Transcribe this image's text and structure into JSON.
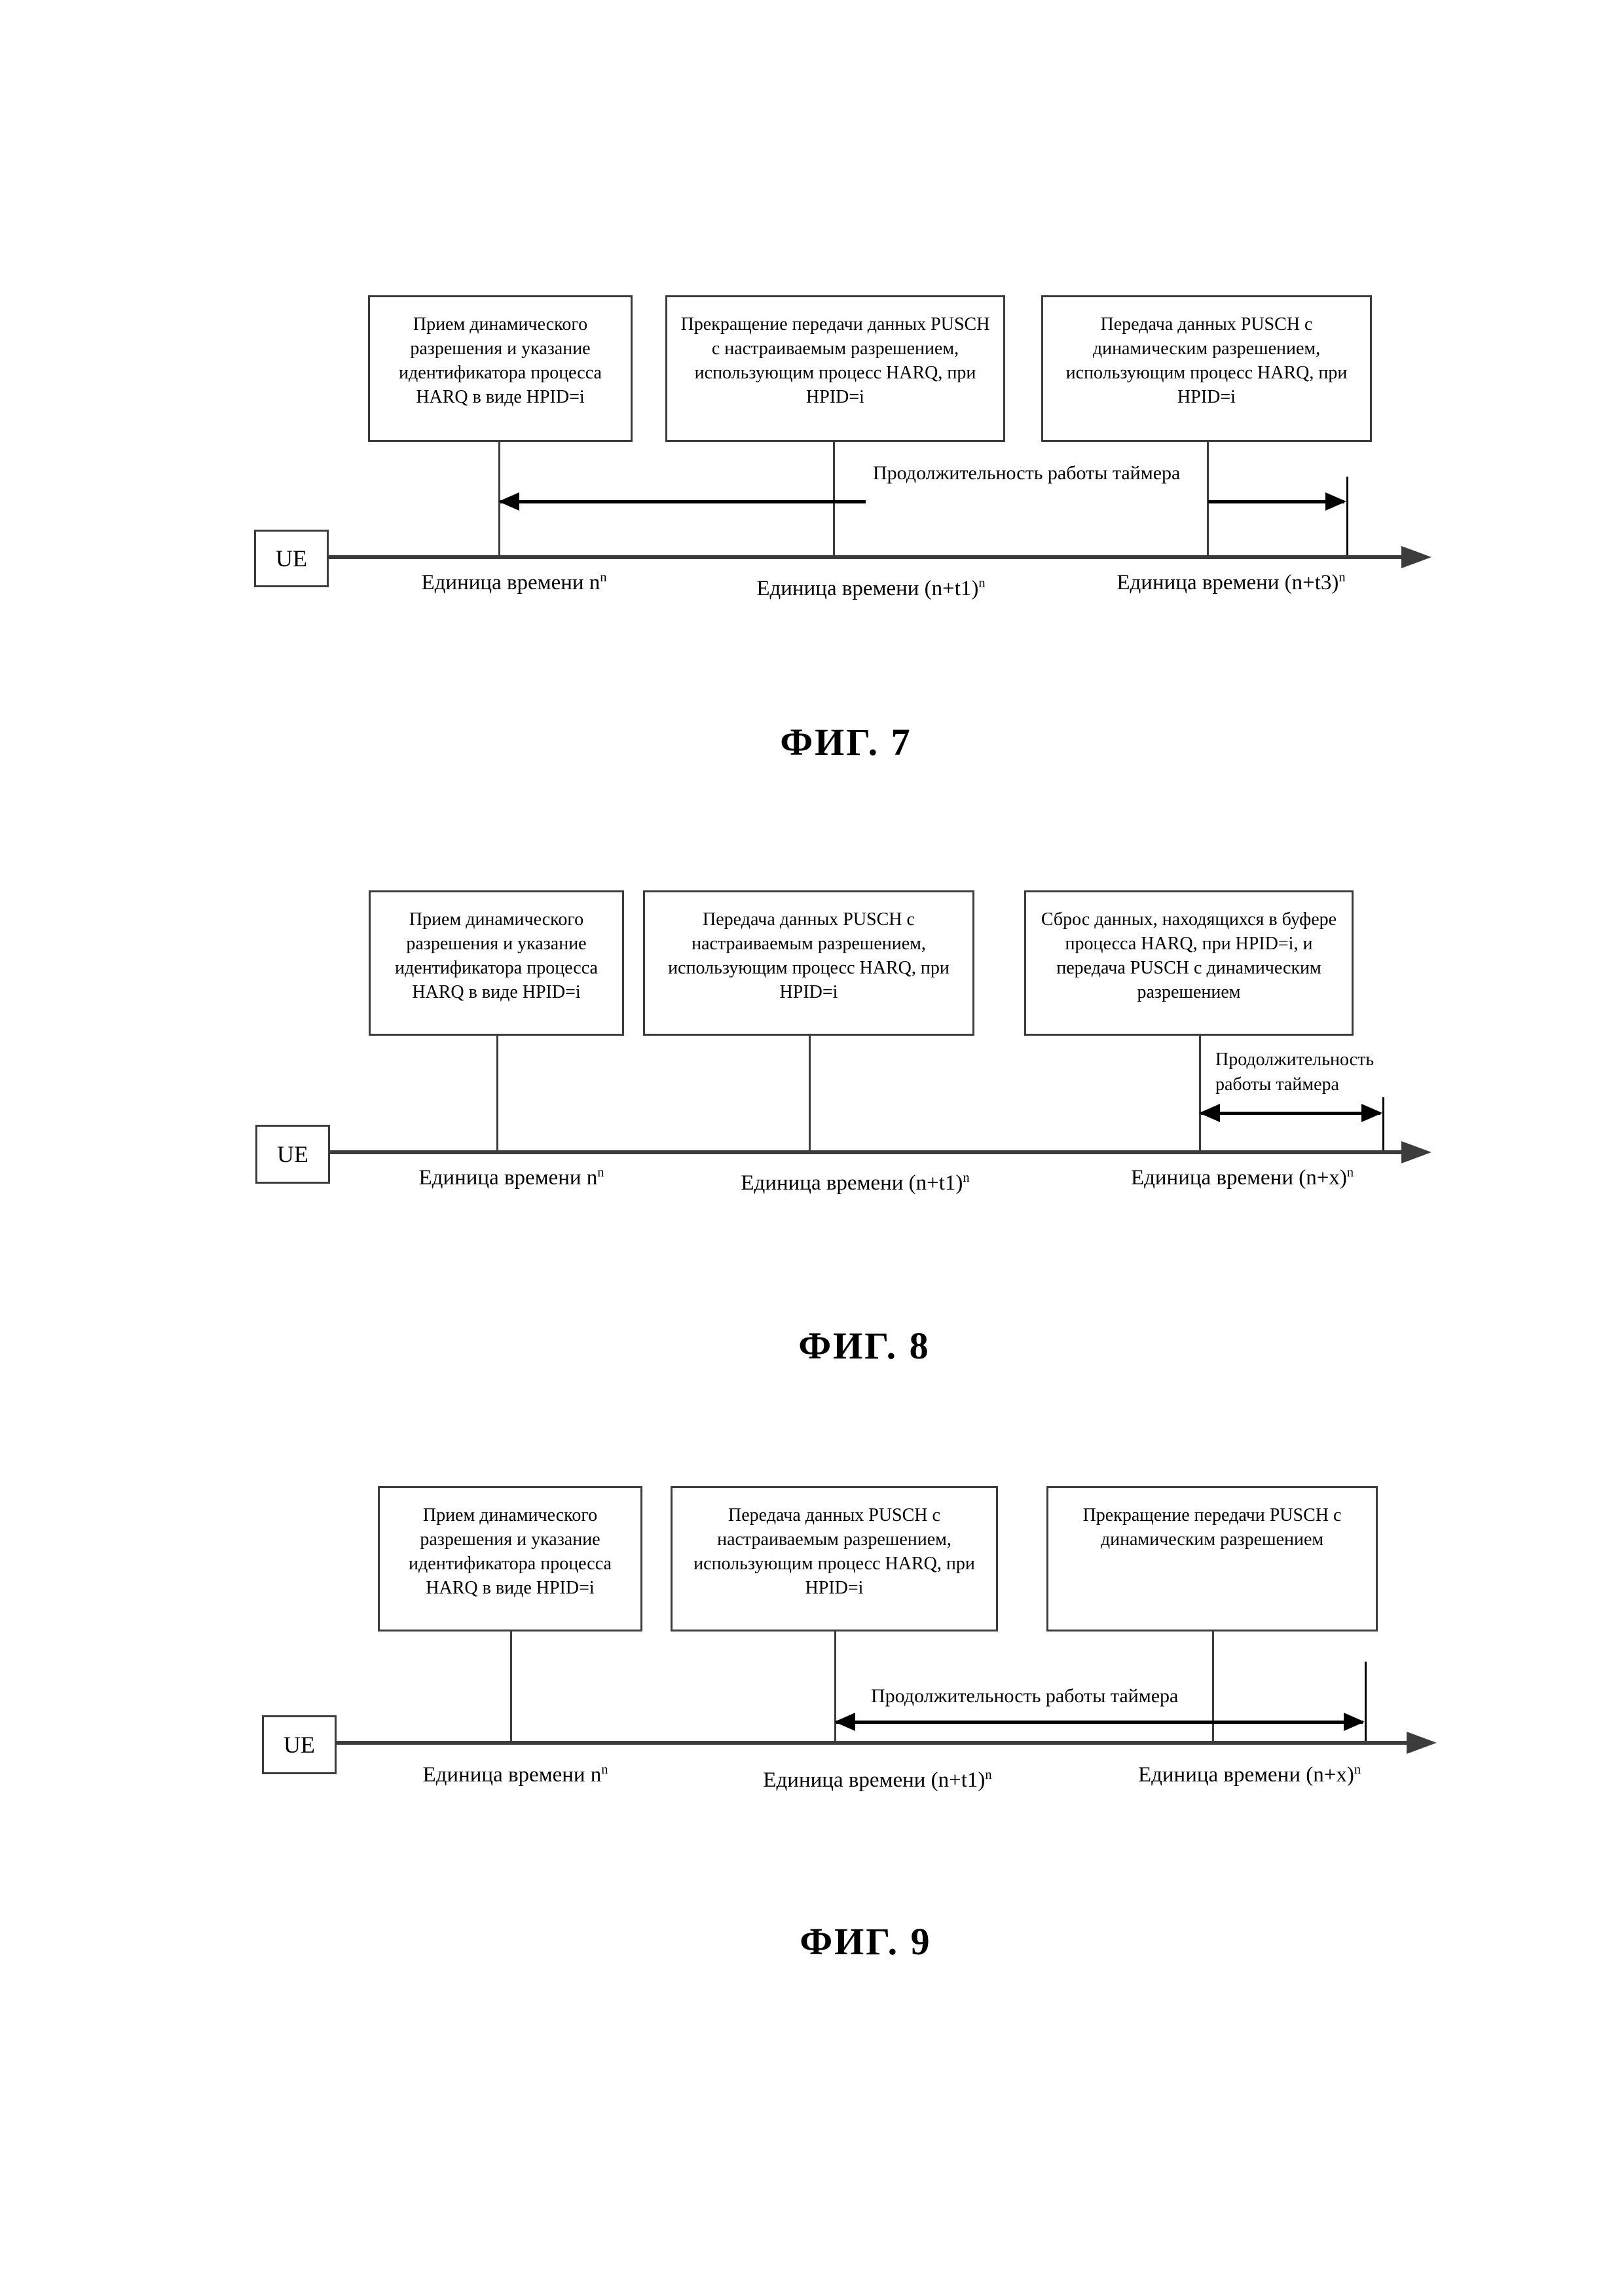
{
  "colors": {
    "line_gray": "#3c3c3c",
    "arrow_black": "#000000",
    "background": "#ffffff",
    "text": "#000000"
  },
  "figures": [
    {
      "caption": "ФИГ. 7",
      "ue_label": "UE",
      "timer_label": "Продолжительность работы таймера",
      "boxes": [
        {
          "text": "Прием динамического разрешения и указание идентификатора процесса HARQ в виде HPID=i"
        },
        {
          "text": "Прекращение передачи данных PUSCH с настраиваемым разрешением, использующим процесс HARQ, при HPID=i"
        },
        {
          "text": "Передача данных PUSCH с динамическим разрешением, использующим процесс HARQ, при HPID=i"
        }
      ],
      "time_labels": [
        {
          "text": "Единица времени n",
          "sup": "n"
        },
        {
          "text": "Единица времени (n+t1)",
          "sup": "n"
        },
        {
          "text": "Единица времени (n+t3)",
          "sup": "n"
        }
      ]
    },
    {
      "caption": "ФИГ. 8",
      "ue_label": "UE",
      "timer_label": "Продолжительность работы таймера",
      "boxes": [
        {
          "text": "Прием динамического разрешения и указание идентификатора процесса HARQ в виде HPID=i"
        },
        {
          "text": "Передача данных PUSCH с настраиваемым разрешением, использующим процесс HARQ, при HPID=i"
        },
        {
          "text": "Сброс данных, находящихся в буфере процесса HARQ, при HPID=i, и передача PUSCH с динамическим разрешением"
        }
      ],
      "time_labels": [
        {
          "text": "Единица времени n",
          "sup": "n"
        },
        {
          "text": "Единица времени (n+t1)",
          "sup": "n"
        },
        {
          "text": "Единица времени (n+x)",
          "sup": "n"
        }
      ]
    },
    {
      "caption": "ФИГ. 9",
      "ue_label": "UE",
      "timer_label": "Продолжительность работы таймера",
      "boxes": [
        {
          "text": "Прием динамического разрешения и указание идентификатора процесса HARQ в виде HPID=i"
        },
        {
          "text": "Передача данных PUSCH с настраиваемым разрешением, использующим процесс HARQ, при HPID=i"
        },
        {
          "text": "Прекращение передачи PUSCH с динамическим разрешением"
        }
      ],
      "time_labels": [
        {
          "text": "Единица времени n",
          "sup": "n"
        },
        {
          "text": "Единица времени (n+t1)",
          "sup": "n"
        },
        {
          "text": "Единица времени (n+x)",
          "sup": "n"
        }
      ]
    }
  ]
}
